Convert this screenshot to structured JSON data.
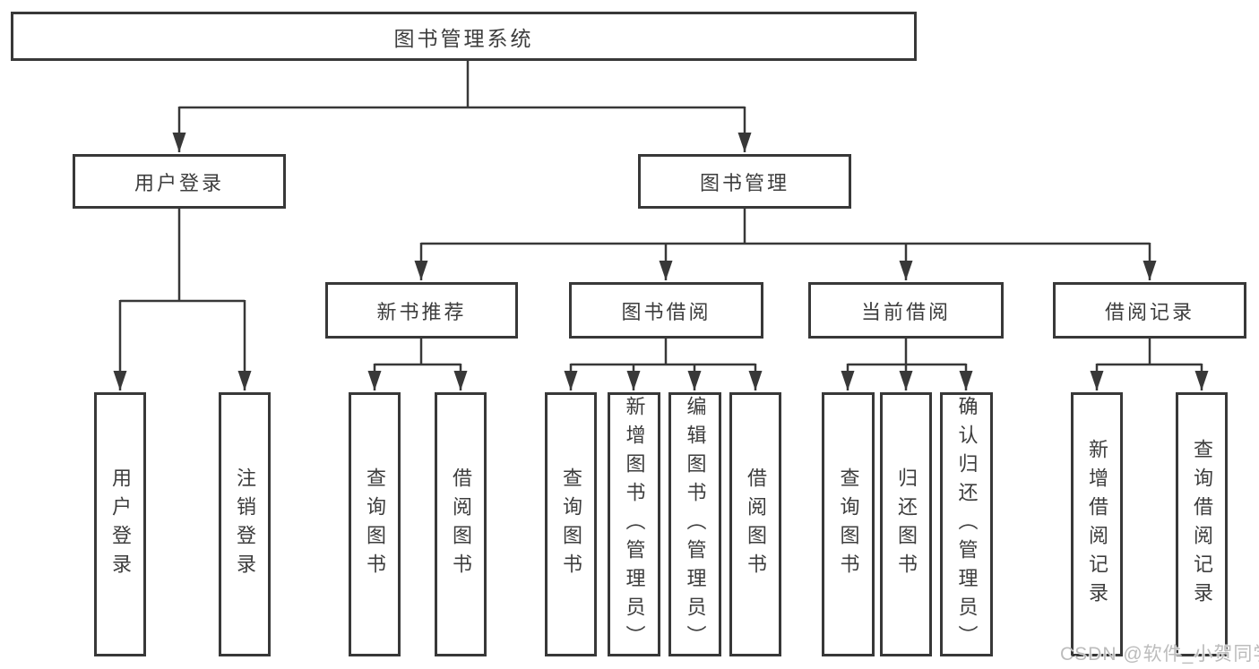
{
  "colors": {
    "line": "#383838",
    "text": "#3d3d3d",
    "background": "#ffffff",
    "watermark": "#bcbcbc"
  },
  "watermark": "CSDN @软件_小贺同学",
  "diagram": {
    "type": "tree",
    "root": {
      "label": "图书管理系统",
      "children": [
        {
          "label": "用户登录",
          "children": [
            {
              "label": "用户登录"
            },
            {
              "label": "注销登录"
            }
          ]
        },
        {
          "label": "图书管理",
          "children": [
            {
              "label": "新书推荐",
              "children": [
                {
                  "label": "查询图书"
                },
                {
                  "label": "借阅图书"
                }
              ]
            },
            {
              "label": "图书借阅",
              "children": [
                {
                  "label": "查询图书"
                },
                {
                  "label": "新增图书（管理员）"
                },
                {
                  "label": "编辑图书（管理员）"
                },
                {
                  "label": "借阅图书"
                }
              ]
            },
            {
              "label": "当前借阅",
              "children": [
                {
                  "label": "查询图书"
                },
                {
                  "label": "归还图书"
                },
                {
                  "label": "确认归还（管理员）"
                }
              ]
            },
            {
              "label": "借阅记录",
              "children": [
                {
                  "label": "新增借阅记录"
                },
                {
                  "label": "查询借阅记录"
                }
              ]
            }
          ]
        }
      ]
    }
  }
}
